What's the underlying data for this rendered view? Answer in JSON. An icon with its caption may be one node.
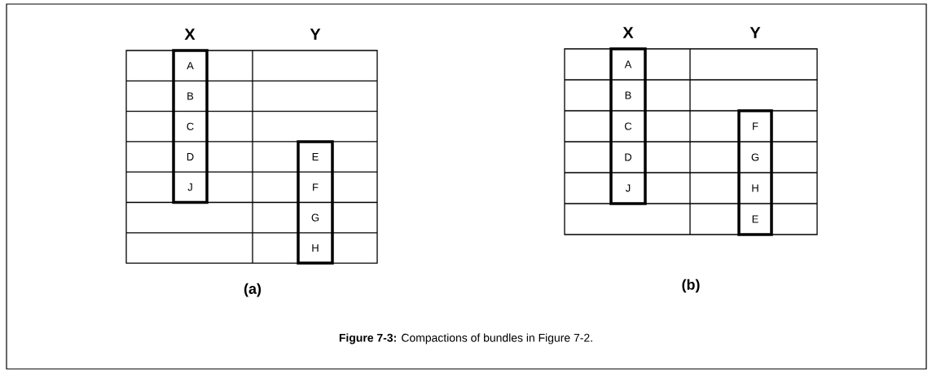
{
  "diagram": {
    "caption": "**Figure 7-3:** Compactions of bundles in Figure 7-2.",
    "nodes": [
      {
        "text": [],
        "shape": "box"
      },
      {
        "text": [
          "A"
        ],
        "in": 0
      },
      {
        "text": [
          "B"
        ],
        "in": 0
      },
      {
        "text": [
          "C"
        ],
        "in": 0
      },
      {
        "text": [
          "D"
        ],
        "in": 0
      },
      {
        "text": [
          "J"
        ],
        "in": 0
      },
      {
        "text": [],
        "shape": "box"
      },
      {
        "text": [
          "E"
        ],
        "in": 6
      },
      {
        "text": [
          "F"
        ],
        "in": 6
      },
      {
        "text": [
          "G"
        ],
        "in": 6
      },
      {
        "text": [
          "H"
        ],
        "in": 6
      },
      {
        "text": [],
        "shape": "box"
      },
      {
        "text": [
          "A"
        ],
        "in": 11
      },
      {
        "text": [
          "B"
        ],
        "in": 11
      },
      {
        "text": [
          "C"
        ],
        "in": 11
      },
      {
        "text": [
          "D"
        ],
        "in": 11
      },
      {
        "text": [
          "J"
        ],
        "in": 11
      },
      {
        "text": [],
        "shape": "box"
      },
      {
        "text": [
          "F"
        ],
        "in": 17
      },
      {
        "text": [
          "G"
        ],
        "in": 17
      },
      {
        "text": [
          "H"
        ],
        "in": 17
      },
      {
        "text": [
          "E"
        ],
        "in": 17
      }
    ],
    "labels": [
      "X",
      "Y",
      "X",
      "Y",
      "(a)",
      "(b)"
    ]
  }
}
